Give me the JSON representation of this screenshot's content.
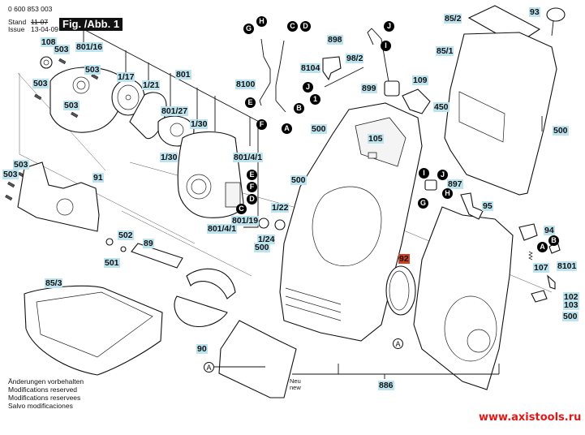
{
  "header": {
    "doc_number": "0 600 853 003",
    "stand_label": "Stand",
    "stand_value": "11-07",
    "issue_label": "Issue",
    "issue_value": "13-04-09",
    "figure_title": "Fig. /Abb. 1"
  },
  "notes": [
    "Änderungen vorbehalten",
    "Modifications reserved",
    "Modifications reservees",
    "Salvo modificaciones"
  ],
  "neu_label": [
    "Neu",
    "new"
  ],
  "watermark": "www.axistools.ru",
  "colors": {
    "label_bg": "#bde3ef",
    "highlight_label_bg": "#d1411f",
    "watermark": "#e11818"
  },
  "part_labels": [
    {
      "id": "108",
      "text": "108"
    },
    {
      "id": "503a",
      "text": "503"
    },
    {
      "id": "801_16",
      "text": "801/16"
    },
    {
      "id": "503b",
      "text": "503"
    },
    {
      "id": "503c",
      "text": "503"
    },
    {
      "id": "503d",
      "text": "503"
    },
    {
      "id": "1_17",
      "text": "1/17"
    },
    {
      "id": "1_21",
      "text": "1/21"
    },
    {
      "id": "801",
      "text": "801"
    },
    {
      "id": "801_27",
      "text": "801/27"
    },
    {
      "id": "1_30a",
      "text": "1/30"
    },
    {
      "id": "1_30b",
      "text": "1/30"
    },
    {
      "id": "503e",
      "text": "503"
    },
    {
      "id": "503f",
      "text": "503"
    },
    {
      "id": "91",
      "text": "91"
    },
    {
      "id": "801_4_1a",
      "text": "801/4/1"
    },
    {
      "id": "801_19",
      "text": "801/19"
    },
    {
      "id": "801_4_1b",
      "text": "801/4/1"
    },
    {
      "id": "8100",
      "text": "8100"
    },
    {
      "id": "8104",
      "text": "8104"
    },
    {
      "id": "898",
      "text": "898"
    },
    {
      "id": "98_2",
      "text": "98/2"
    },
    {
      "id": "899",
      "text": "899"
    },
    {
      "id": "109",
      "text": "109"
    },
    {
      "id": "85_2",
      "text": "85/2"
    },
    {
      "id": "93",
      "text": "93"
    },
    {
      "id": "85_1",
      "text": "85/1"
    },
    {
      "id": "450",
      "text": "450"
    },
    {
      "id": "500a",
      "text": "500"
    },
    {
      "id": "500b",
      "text": "500"
    },
    {
      "id": "105",
      "text": "105"
    },
    {
      "id": "500c",
      "text": "500"
    },
    {
      "id": "1_22",
      "text": "1/22"
    },
    {
      "id": "1_24",
      "text": "1/24"
    },
    {
      "id": "500d",
      "text": "500"
    },
    {
      "id": "897",
      "text": "897"
    },
    {
      "id": "95",
      "text": "95"
    },
    {
      "id": "94",
      "text": "94"
    },
    {
      "id": "8101",
      "text": "8101"
    },
    {
      "id": "107",
      "text": "107"
    },
    {
      "id": "102",
      "text": "102"
    },
    {
      "id": "103",
      "text": "103"
    },
    {
      "id": "500e",
      "text": "500"
    },
    {
      "id": "502",
      "text": "502"
    },
    {
      "id": "501",
      "text": "501"
    },
    {
      "id": "89",
      "text": "89"
    },
    {
      "id": "85_3",
      "text": "85/3"
    },
    {
      "id": "90",
      "text": "90"
    },
    {
      "id": "92",
      "text": "92"
    },
    {
      "id": "886",
      "text": "886"
    }
  ],
  "connector_markers": {
    "G1": "G",
    "H1": "H",
    "C1": "C",
    "D1": "D",
    "J1": "J",
    "I1": "I",
    "J2": "J",
    "I2": "1",
    "E1": "E",
    "F1": "F",
    "B1": "B",
    "A1": "A",
    "E2": "E",
    "F2": "F",
    "D2": "D",
    "C2": "C",
    "I3": "I",
    "J3": "J",
    "H3": "H",
    "G3": "G",
    "A2": "A",
    "B2": "B"
  },
  "reference_markers": {
    "A_left": "A",
    "A_right": "A"
  }
}
